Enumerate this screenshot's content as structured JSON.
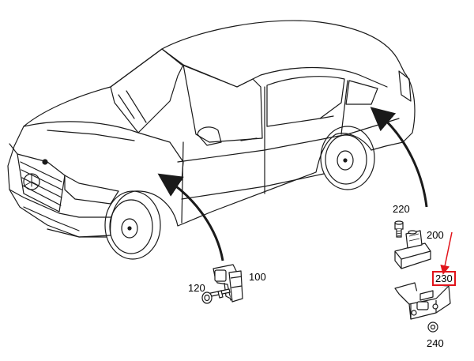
{
  "diagram": {
    "parts": [
      {
        "id": "p100",
        "label": "100"
      },
      {
        "id": "p120",
        "label": "120"
      },
      {
        "id": "p200",
        "label": "200"
      },
      {
        "id": "p220",
        "label": "220"
      },
      {
        "id": "p230",
        "label": "230",
        "highlighted": true
      },
      {
        "id": "p240",
        "label": "240"
      }
    ],
    "colors": {
      "line": "#1a1a1a",
      "highlight": "#e1141b",
      "background": "#ffffff"
    }
  }
}
